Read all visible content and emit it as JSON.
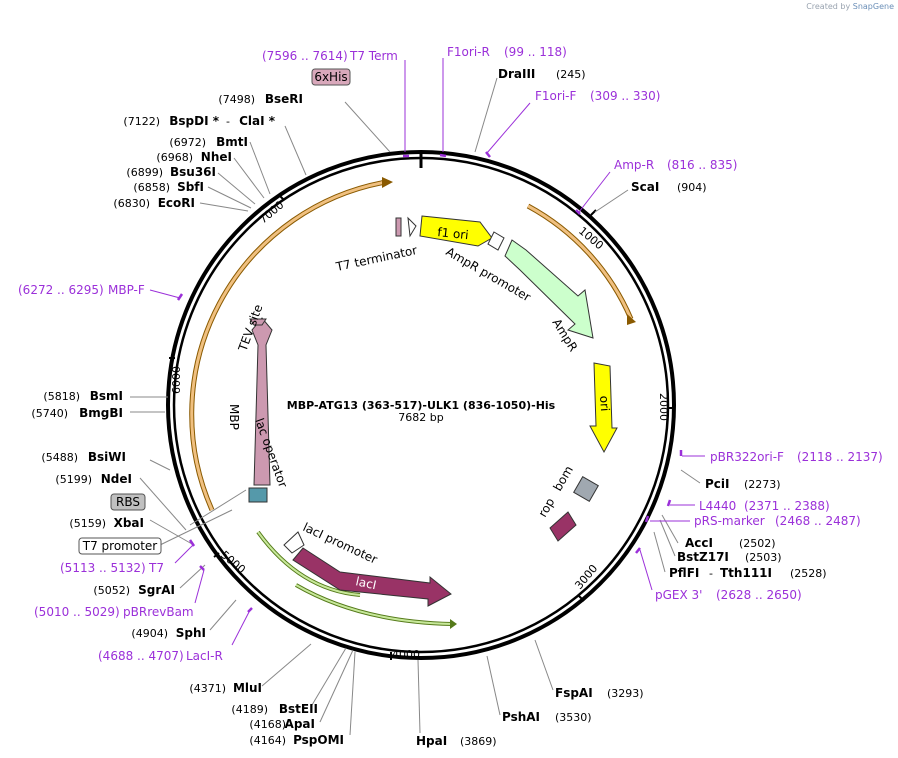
{
  "credit": {
    "prefix": "Created by",
    "brand": "SnapGene"
  },
  "plasmid": {
    "name": "MBP-ATG13 (363-517)-ULK1 (836-1050)-His",
    "length": "7682 bp"
  },
  "ticks": [
    "1000",
    "2000",
    "3000",
    "4000",
    "5000",
    "6000",
    "7000"
  ],
  "enzymes": [
    {
      "name": "DraIII",
      "pos": "(245)"
    },
    {
      "name": "ScaI",
      "pos": "(904)"
    },
    {
      "name": "PciI",
      "pos": "(2273)"
    },
    {
      "name": "AccI",
      "pos": "(2502)"
    },
    {
      "name": "BstZ17I",
      "pos": "(2503)"
    },
    {
      "name": "PflFI",
      "sep": "-",
      "name2": "Tth111I",
      "pos": "(2528)"
    },
    {
      "name": "FspAI",
      "pos": "(3293)"
    },
    {
      "name": "PshAI",
      "pos": "(3530)"
    },
    {
      "name": "HpaI",
      "pos": "(3869)"
    },
    {
      "name": "PspOMI",
      "pos": "(4164)"
    },
    {
      "name": "ApaI",
      "pos": "(4168)"
    },
    {
      "name": "BstEII",
      "pos": "(4189)"
    },
    {
      "name": "MluI",
      "pos": "(4371)"
    },
    {
      "name": "SphI",
      "pos": "(4904)"
    },
    {
      "name": "SgrAI",
      "pos": "(5052)"
    },
    {
      "name": "XbaI",
      "pos": "(5159)"
    },
    {
      "name": "NdeI",
      "pos": "(5199)"
    },
    {
      "name": "BsiWI",
      "pos": "(5488)"
    },
    {
      "name": "BmgBI",
      "pos": "(5740)"
    },
    {
      "name": "BsmI",
      "pos": "(5818)"
    },
    {
      "name": "EcoRI",
      "pos": "(6830)"
    },
    {
      "name": "SbfI",
      "pos": "(6858)"
    },
    {
      "name": "Bsu36I",
      "pos": "(6899)"
    },
    {
      "name": "NheI",
      "pos": "(6968)"
    },
    {
      "name": "BmtI",
      "pos": "(6972)"
    },
    {
      "name": "BspDI *",
      "sep": "-",
      "name2": "ClaI *",
      "pos": "(7122)"
    },
    {
      "name": "BseRI",
      "pos": "(7498)"
    }
  ],
  "primers": [
    {
      "name": "T7 Term",
      "pos": "(7596 .. 7614)"
    },
    {
      "name": "F1ori-R",
      "pos": "(99 .. 118)"
    },
    {
      "name": "F1ori-F",
      "pos": "(309 .. 330)"
    },
    {
      "name": "Amp-R",
      "pos": "(816 .. 835)"
    },
    {
      "name": "pBR322ori-F",
      "pos": "(2118 .. 2137)"
    },
    {
      "name": "L4440",
      "pos": "(2371 .. 2388)"
    },
    {
      "name": "pRS-marker",
      "pos": "(2468 .. 2487)"
    },
    {
      "name": "pGEX 3'",
      "pos": "(2628 .. 2650)"
    },
    {
      "name": "LacI-R",
      "pos": "(4688 .. 4707)"
    },
    {
      "name": "pBRrevBam",
      "pos": "(5010 .. 5029)"
    },
    {
      "name": "T7",
      "pos": "(5113 .. 5132)"
    },
    {
      "name": "MBP-F",
      "pos": "(6272 .. 6295)"
    }
  ],
  "boxed_features": {
    "his_tag": "6xHis",
    "rbs": "RBS",
    "t7_promoter": "T7 promoter"
  },
  "features": {
    "f1_ori": "f1 ori",
    "ampr_promoter": "AmpR promoter",
    "ampr": "AmpR",
    "ori": "ori",
    "bom": "bom",
    "rop": "rop",
    "laci_promoter": "lacI promoter",
    "laci": "lacI",
    "lac_operator": "lac operator",
    "mbp": "MBP",
    "tev_site": "TEV site",
    "t7_terminator": "T7 terminator"
  },
  "colors": {
    "backbone": "#000000",
    "primer": "#9b30d9",
    "f1_ori": "#ffff00",
    "ampr": "#ccffcc",
    "ori": "#ffff00",
    "laci": "#993366",
    "mbp": "#cc99b0",
    "orf_arc": "#f0c080",
    "green_arc": "#99cc66",
    "bom": "#a0a8b0"
  }
}
